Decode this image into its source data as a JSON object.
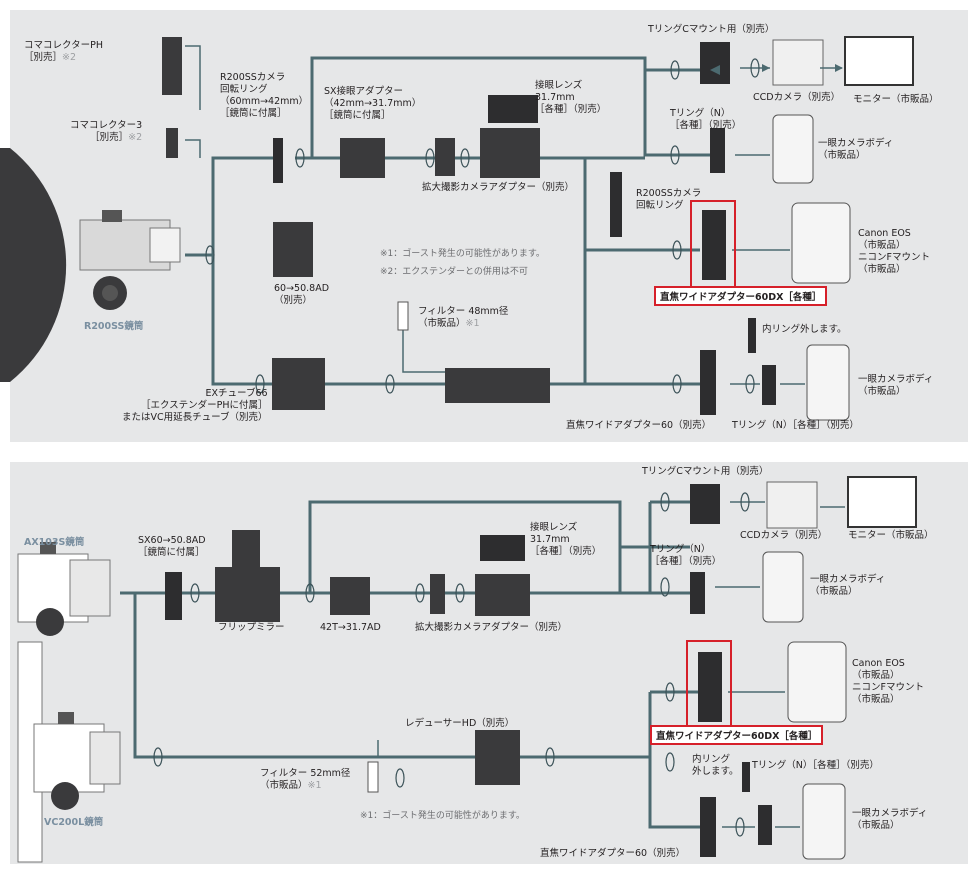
{
  "top": {
    "labels": {
      "koma_ph": "コマコレクターPH",
      "koma_ph_sub": "［別売］",
      "koma_ph_note": "※2",
      "koma3": "コマコレクター3",
      "koma3_sub": "［別売］",
      "koma3_note": "※2",
      "r200_ring": "R200SSカメラ\n回転リング\n（60mm→42mm）\n［鏡筒に付属］",
      "sx_adapter": "SX接眼アダプター\n（42mm→31.7mm）\n［鏡筒に付属］",
      "eyepiece": "接眼レンズ\n31.7mm\n［各種］（別売）",
      "t_c_mount": "TリングCマウント用（別売）",
      "ccd": "CCDカメラ（別売）",
      "monitor": "モニター（市販品）",
      "t_ring_n": "Tリング（N）\n［各種］（別売）",
      "body1": "一眼カメラボディ\n（市販品）",
      "magnify_adapter": "拡大撮影カメラアダプター（別売）",
      "r200_ring2": "R200SSカメラ\n回転リング",
      "canon": "Canon EOS\n（市販品）\nニコンFマウント\n（市販品）",
      "wide60dx": "直焦ワイドアダプター60DX［各種］",
      "scope": "R200SS鏡筒",
      "ad60": "60→50.8AD\n（別売）",
      "note1": "※1：ゴースト発生の可能性があります。",
      "note2": "※2：エクステンダーとの併用は不可",
      "filter": "フィルター 48mm径\n（市販品）",
      "filter_note": "※1",
      "inner_ring": "内リング外します。",
      "ex_tube": "EXチューブ66\n［エクステンダーPHに付属］\nまたはVC用延長チューブ（別売）",
      "body2": "一眼カメラボディ\n（市販品）",
      "wide60": "直焦ワイドアダプター60（別売）",
      "t_ring_n2": "Tリング（N）［各種］（別売）"
    }
  },
  "bottom": {
    "labels": {
      "ax103": "AX103S鏡筒",
      "sx60": "SX60→50.8AD\n［鏡筒に付属］",
      "flip": "フリップミラー",
      "t42": "42T→31.7AD",
      "magnify_adapter": "拡大撮影カメラアダプター（別売）",
      "eyepiece": "接眼レンズ\n31.7mm\n［各種］（別売）",
      "t_c_mount": "TリングCマウント用（別売）",
      "ccd": "CCDカメラ（別売）",
      "monitor": "モニター（市販品）",
      "t_ring_n": "Tリング（N）\n［各種］（別売）",
      "body1": "一眼カメラボディ\n（市販品）",
      "canon": "Canon EOS\n（市販品）\nニコンFマウント\n（市販品）",
      "wide60dx": "直焦ワイドアダプター60DX［各種］",
      "reducer": "レデューサーHD（別売）",
      "filter": "フィルター 52mm径\n（市販品）",
      "filter_note": "※1",
      "note1": "※1：ゴースト発生の可能性があります。",
      "inner_ring": "内リング\n外します。",
      "t_ring_n2": "Tリング（N）［各種］（別売）",
      "body2": "一眼カメラボディ\n（市販品）",
      "vc200": "VC200L鏡筒",
      "wide60": "直焦ワイドアダプター60（別売）"
    }
  }
}
